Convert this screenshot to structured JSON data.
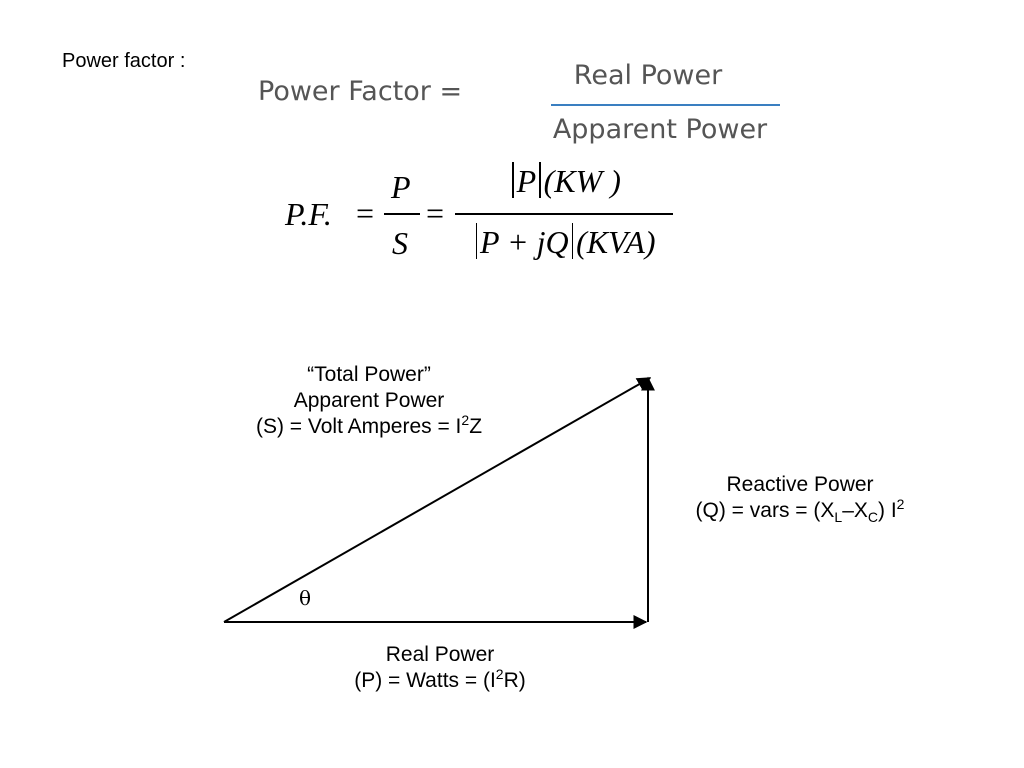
{
  "heading": "Power factor :",
  "formula1": {
    "lhs": "Power Factor =",
    "numerator": "Real Power",
    "denominator": "Apparent Power"
  },
  "formula2": {
    "lhs": "P.F.",
    "equals": "=",
    "p": "P",
    "s": "S",
    "num_p": "P",
    "num_unit": "(KW )",
    "den_expr": "P + jQ",
    "den_unit": "(KVA)"
  },
  "diagram": {
    "hypotenuse_label": {
      "line1": "“Total Power”",
      "line2": "Apparent Power",
      "line3_pre": "(S) = Volt Amperes = I",
      "line3_sup": "2",
      "line3_post": "Z"
    },
    "vertical_label": {
      "line1": "Reactive Power",
      "line2_pre": "(Q) = vars = (X",
      "sub_l": "L",
      "minus": "–X",
      "sub_c": "C",
      "line2_mid": ") I",
      "sup": "2"
    },
    "base_label": {
      "line1": "Real Power",
      "line2_pre": "(P) = Watts = (I",
      "sup": "2",
      "line2_post": "R)"
    },
    "angle": "θ",
    "colors": {
      "stroke": "#000000",
      "divider": "#3a7fc1"
    }
  }
}
